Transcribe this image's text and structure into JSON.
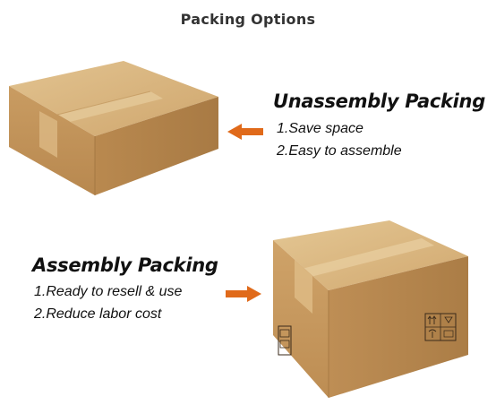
{
  "page": {
    "title": "Packing Options"
  },
  "unassembly": {
    "heading": "Unassembly Packing",
    "points": [
      "1.Save space",
      "2.Easy to assemble"
    ]
  },
  "assembly": {
    "heading": "Assembly Packing",
    "points": [
      "1.Ready to resell & use",
      "2.Reduce labor cost"
    ]
  },
  "colors": {
    "arrow": "#E06A1A",
    "box_top": "#D7B37F",
    "box_front": "#C99D63",
    "box_side": "#B38550",
    "tape": "#E2C597"
  },
  "icons": [
    "arrow-left-icon",
    "arrow-right-icon",
    "flat-box-image",
    "assembled-box-image"
  ]
}
